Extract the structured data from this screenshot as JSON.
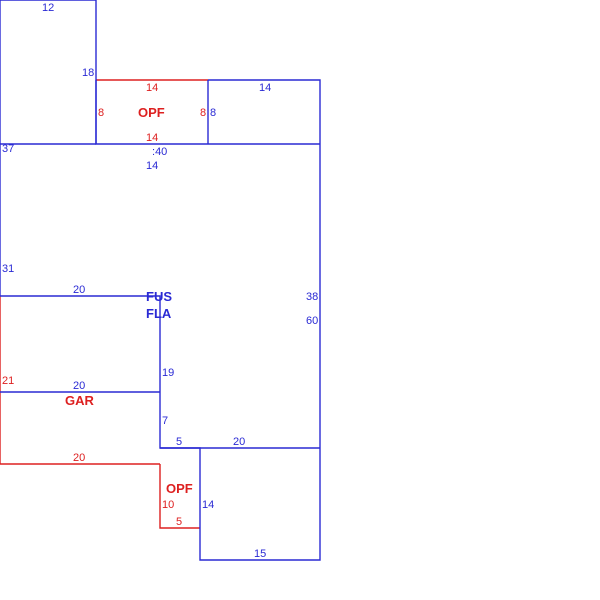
{
  "colors": {
    "living_outline": "#2a2ad4",
    "secondary_outline": "#dd2020"
  },
  "areas": {
    "fus": "FUS",
    "fla": "FLA",
    "gar": "GAR",
    "opf_top": "OPF",
    "opf_bottom": "OPF"
  },
  "dimensions": {
    "top_wing_top": "12",
    "top_wing_right": "18",
    "top_wing_left": "37",
    "opf_top_top": "14",
    "opf_top_left": "8",
    "opf_top_right": "8",
    "opf_top_bottom": "14",
    "right_wing_top": "14",
    "right_wing_left": "8",
    "main_top_a": "40",
    "main_top_b": "14",
    "main_left_upper": "31",
    "main_right_a": "38",
    "main_right_b": "60",
    "step_top": "20",
    "gar_left": "21",
    "gar_mid": "20",
    "gar_bottom": "20",
    "inner_right_upper": "19",
    "inner_right_lower": "7",
    "opf_bottom_top": "5",
    "main_bottom": "20",
    "opf_bottom_left": "10",
    "opf_bottom_bottom": "5",
    "bottom_wing_left": "14",
    "bottom_wing_bottom": "15"
  }
}
